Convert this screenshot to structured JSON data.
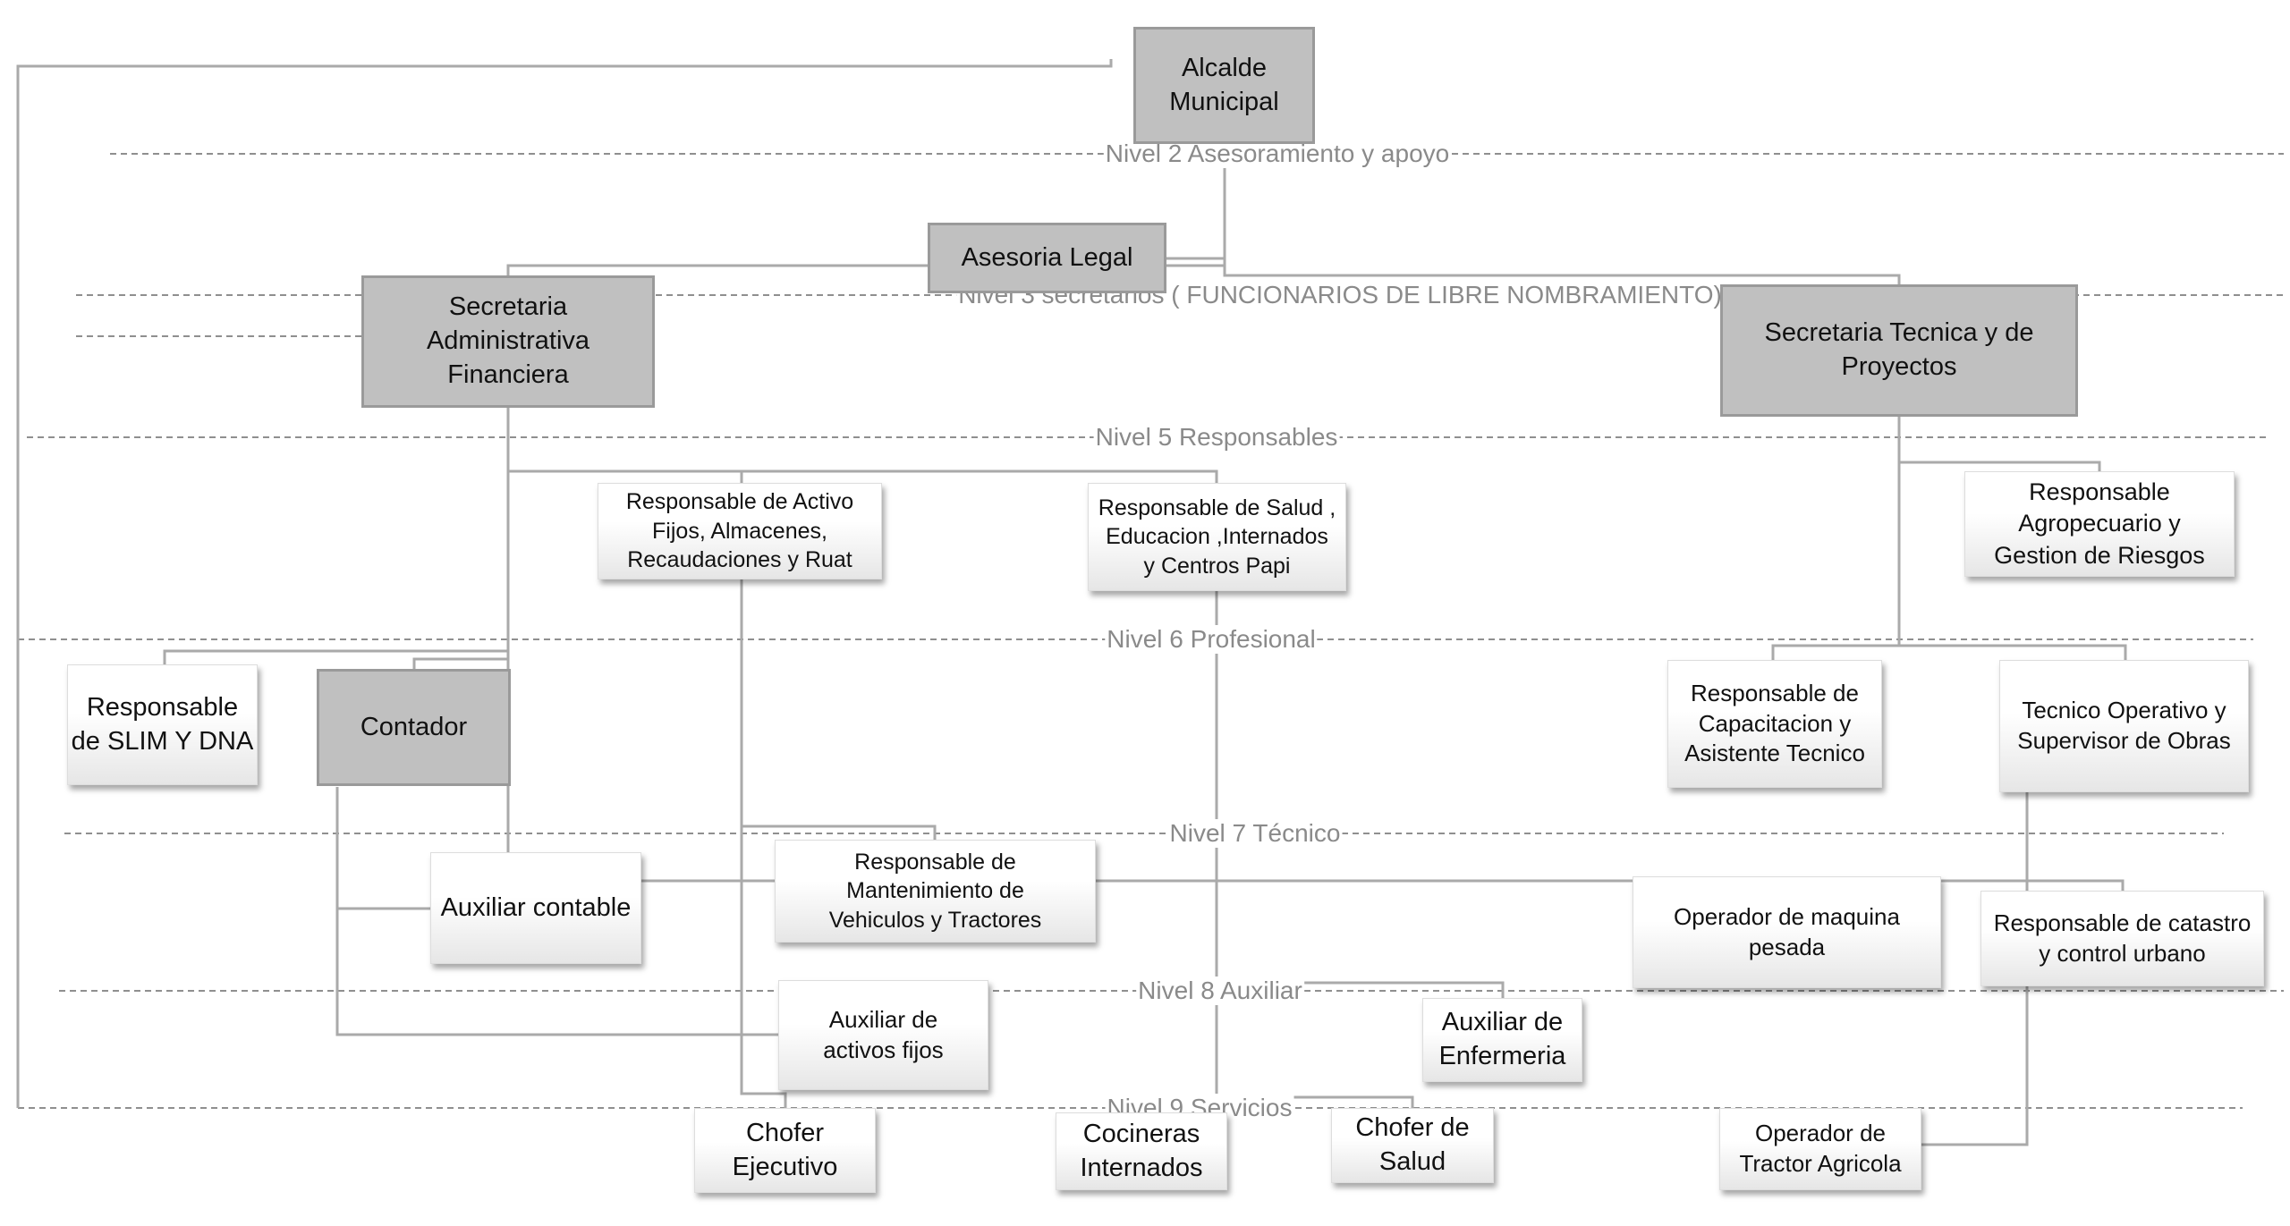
{
  "levels": {
    "n2": "Nivel 2 Asesoramiento y apoyo",
    "n3": "Nivel 3 secretarios  ( FUNCIONARIOS DE LIBRE NOMBRAMIENTO)",
    "n5": "Nivel 5 Responsables",
    "n6": "Nivel  6 Profesional",
    "n7": "Nivel 7 Técnico",
    "n8": "Nivel 8 Auxiliar",
    "n9": "Nivel 9 Servicios"
  },
  "boxes": {
    "alcalde": "Alcalde\nMunicipal",
    "asesoria": "Asesoria Legal",
    "sec_admin": "Secretaria\nAdministrativa\nFinanciera",
    "sec_tecnica": "Secretaria Tecnica y de\nProyectos",
    "resp_activo": "Responsable de Activo\nFijos, Almacenes,\nRecaudaciones y Ruat",
    "resp_salud": "Responsable de Salud ,\nEducacion ,Internados\ny Centros Papi",
    "resp_agro": "Responsable\nAgropecuario y\nGestion de Riesgos",
    "slim": "Responsable\nde SLIM Y DNA",
    "contador": "Contador",
    "resp_capacitacion": "Responsable de\nCapacitacion y\nAsistente Tecnico",
    "tecnico_operativo": "Tecnico Operativo y\nSupervisor de Obras",
    "aux_contable": "Auxiliar contable",
    "resp_mantenimiento": "Responsable de\nMantenimiento de\nVehiculos y Tractores",
    "operador_maquina": "Operador de maquina\npesada",
    "resp_catastro": "Responsable de catastro\ny control urbano",
    "aux_activos": "Auxiliar  de\nactivos fijos",
    "aux_enfermeria": "Auxiliar de\nEnfermeria",
    "chofer_ejecutivo": "Chofer\nEjecutivo",
    "cocineras": "Cocineras\nInternados",
    "chofer_salud": "Chofer de\nSalud",
    "operador_tractor": "Operador de\nTractor Agricola"
  }
}
